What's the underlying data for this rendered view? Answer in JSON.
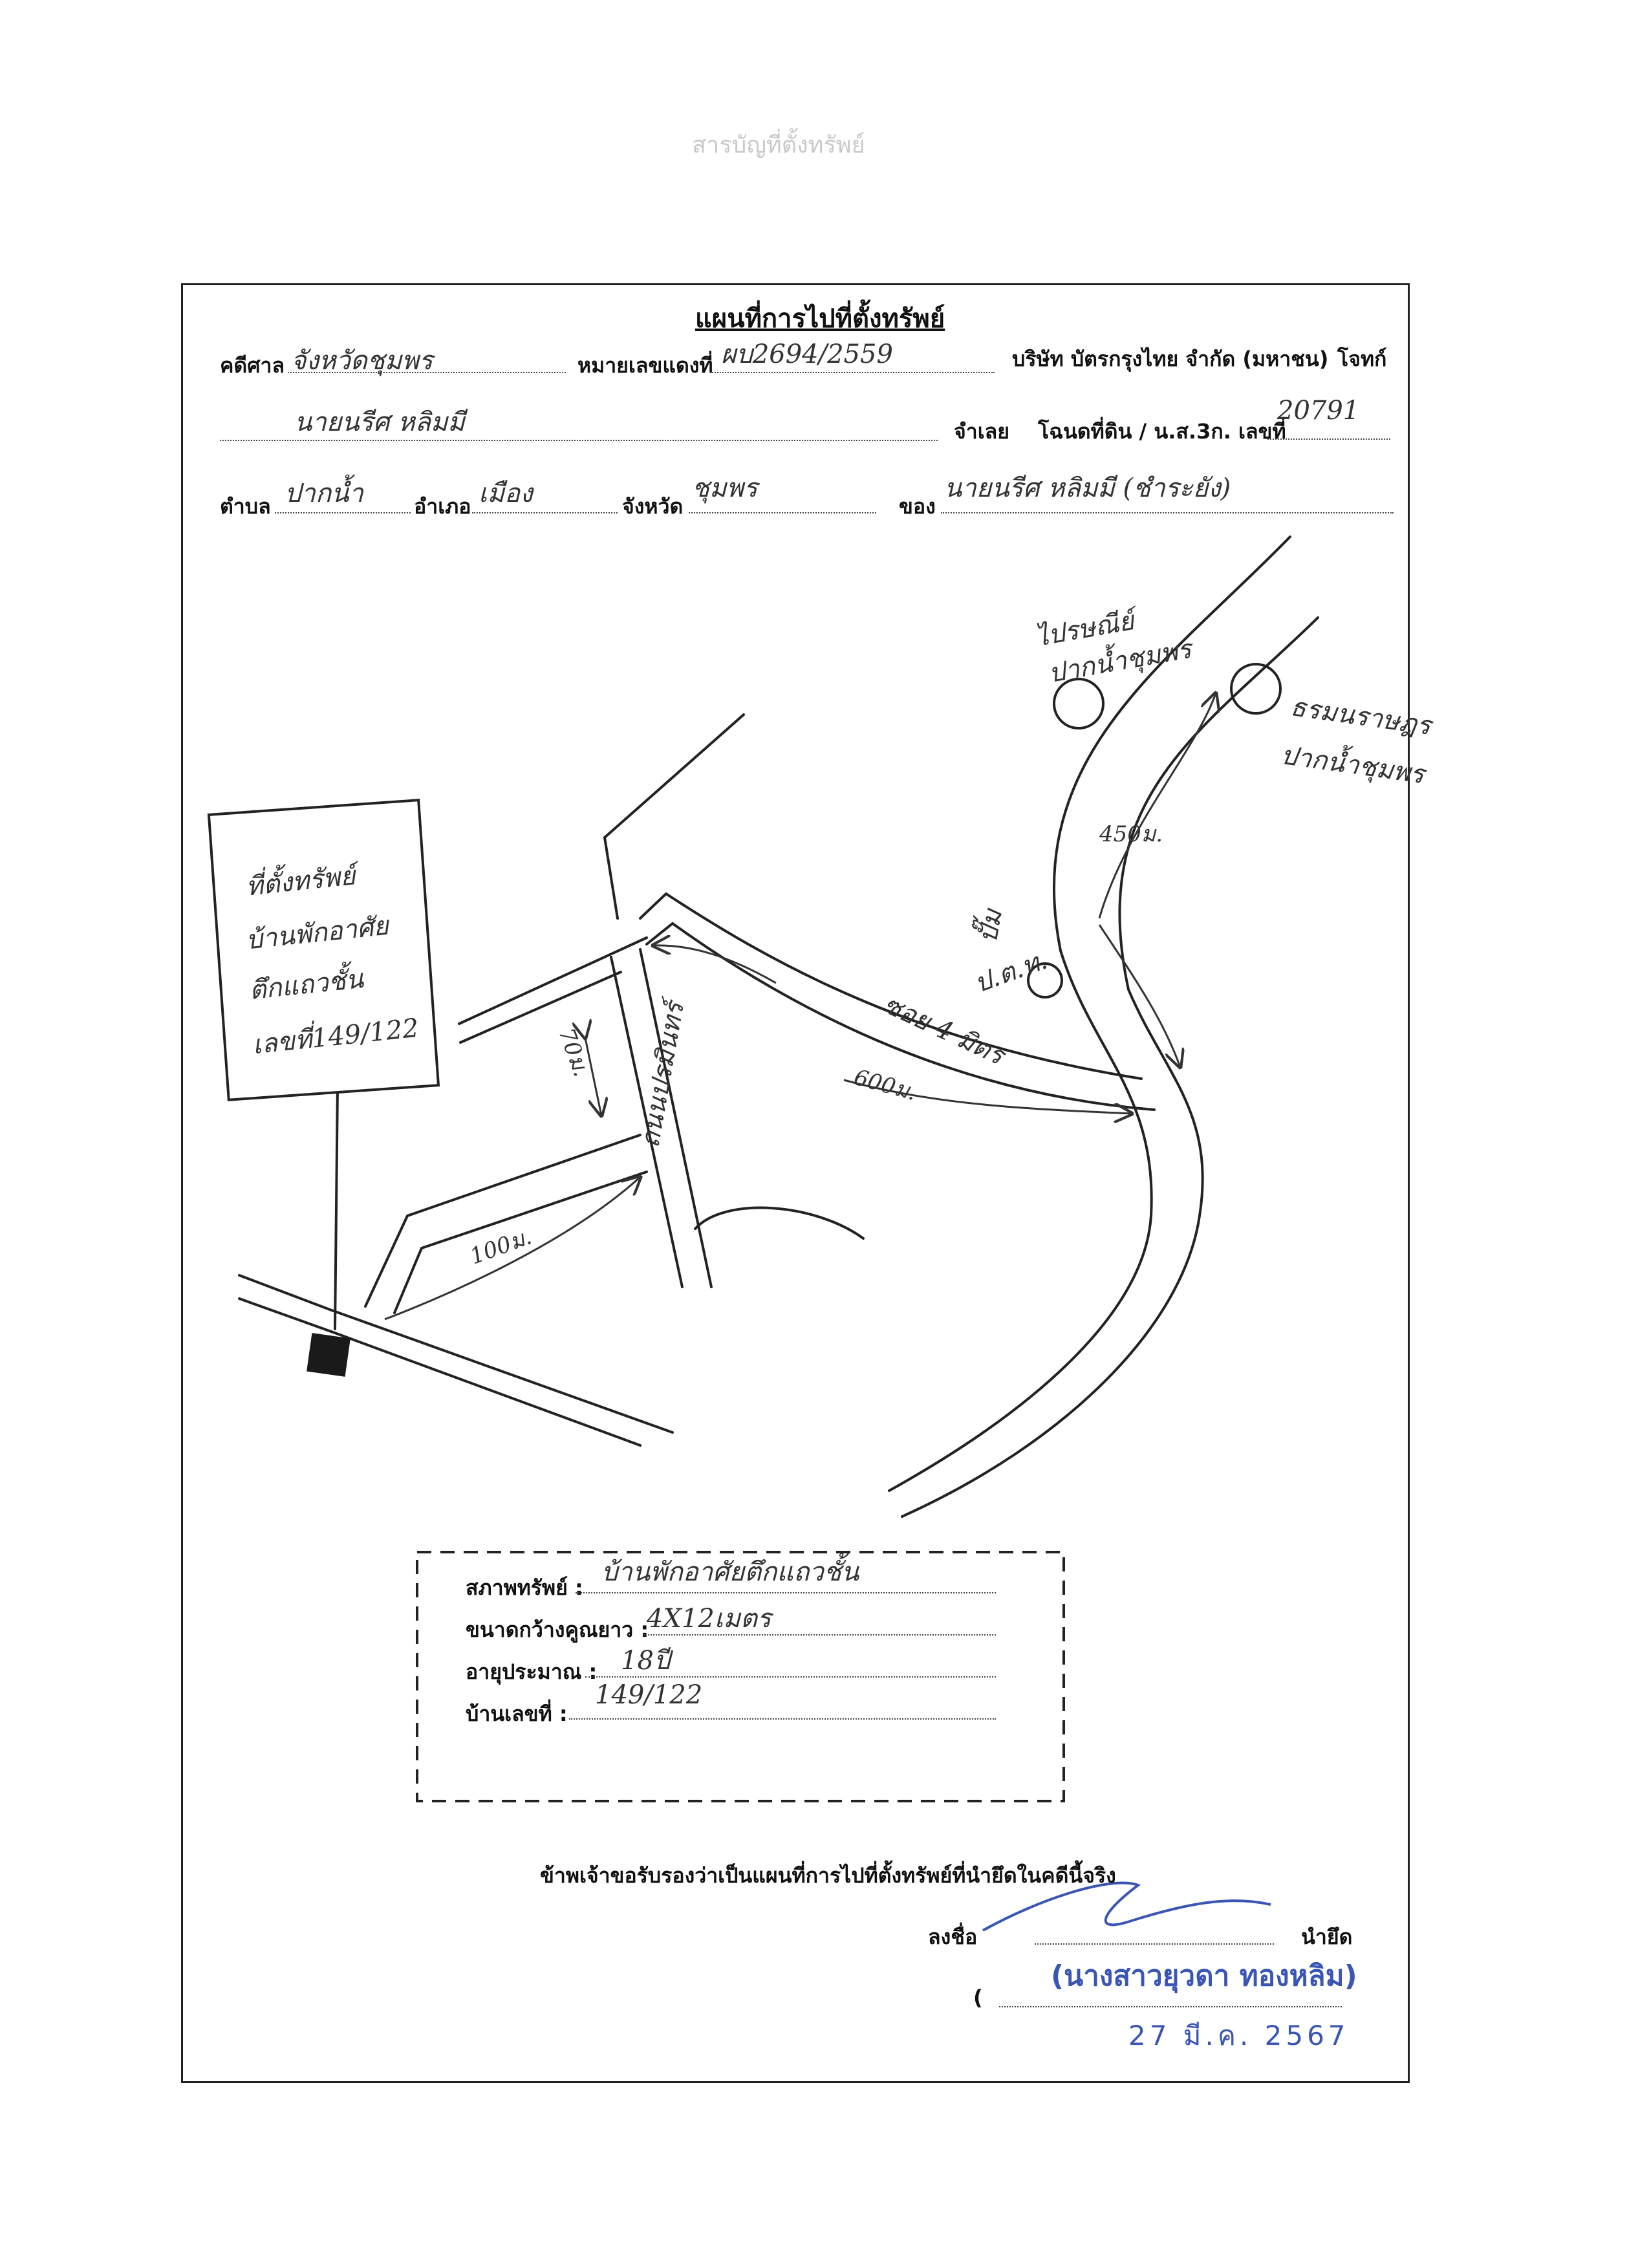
{
  "bleed_text": {
    "heading": "สารบัญที่ตั้งทรัพย์"
  },
  "header": {
    "title": "แผนที่การไปที่ตั้งทรัพย์",
    "court_label": "คดีศาล",
    "court_value": "จังหวัดชุมพร",
    "case_no_label": "หมายเลขแดงที่",
    "case_no_value": "ผบ2694/2559",
    "plaintiff": "บริษัท บัตรกรุงไทย จำกัด (มหาชน)",
    "plaintiff_role": "โจทก์",
    "defendant_value": "นายนรีศ หลิมมี",
    "defendant_role": "จำเลย",
    "deed_label": "โฉนดที่ดิน / น.ส.3ก. เลขที่",
    "deed_value": "20791",
    "subdistrict_label": "ตำบล",
    "subdistrict_value": "ปากน้ำ",
    "district_label": "อำเภอ",
    "district_value": "เมือง",
    "province_label": "จังหวัด",
    "province_value": "ชุมพร",
    "owner_label": "ของ",
    "owner_value": "นายนรีศ หลิมมี (ชำระยัง)"
  },
  "map": {
    "property_sign": [
      "ที่ตั้งทรัพย์",
      "บ้านพักอาศัย",
      "ตึกแถวชั้น",
      "เลขที่149/122"
    ],
    "post_office": [
      "ไปรษณีย์",
      "ปากน้ำชุมพร"
    ],
    "police": [
      "ธรมนราษฎร",
      "ปากน้ำชุมพร"
    ],
    "gas_station": [
      "ปั๊ม",
      "ป.ต.ท."
    ],
    "soi_label": "ซอย 4 มิตร",
    "road_label": "ถนนปรมินทร์",
    "dist_450": "450ม.",
    "dist_600": "600ม.",
    "dist_70": "70ม.",
    "dist_100": "100ม."
  },
  "details": {
    "condition_label": "สภาพทรัพย์ :",
    "condition_value": "บ้านพักอาศัยตึกแถวชั้น",
    "size_label": "ขนาดกว้างคูณยาว :",
    "size_value": "4X12เมตร",
    "age_label": "อายุประมาณ :",
    "age_value": "18ปี",
    "house_no_label": "บ้านเลขที่ :",
    "house_no_value": "149/122"
  },
  "certification": {
    "statement": "ข้าพเจ้าขอรับรองว่าเป็นแผนที่การไปที่ตั้งทรัพย์ที่นำยึดในคดีนี้จริง",
    "sign_label": "ลงชื่อ",
    "sign_role": "นำยึด",
    "open_paren": "(",
    "signer_name": "(นางสาวยุวดา ทองหลิม)",
    "date": "27 มี.ค. 2567"
  }
}
